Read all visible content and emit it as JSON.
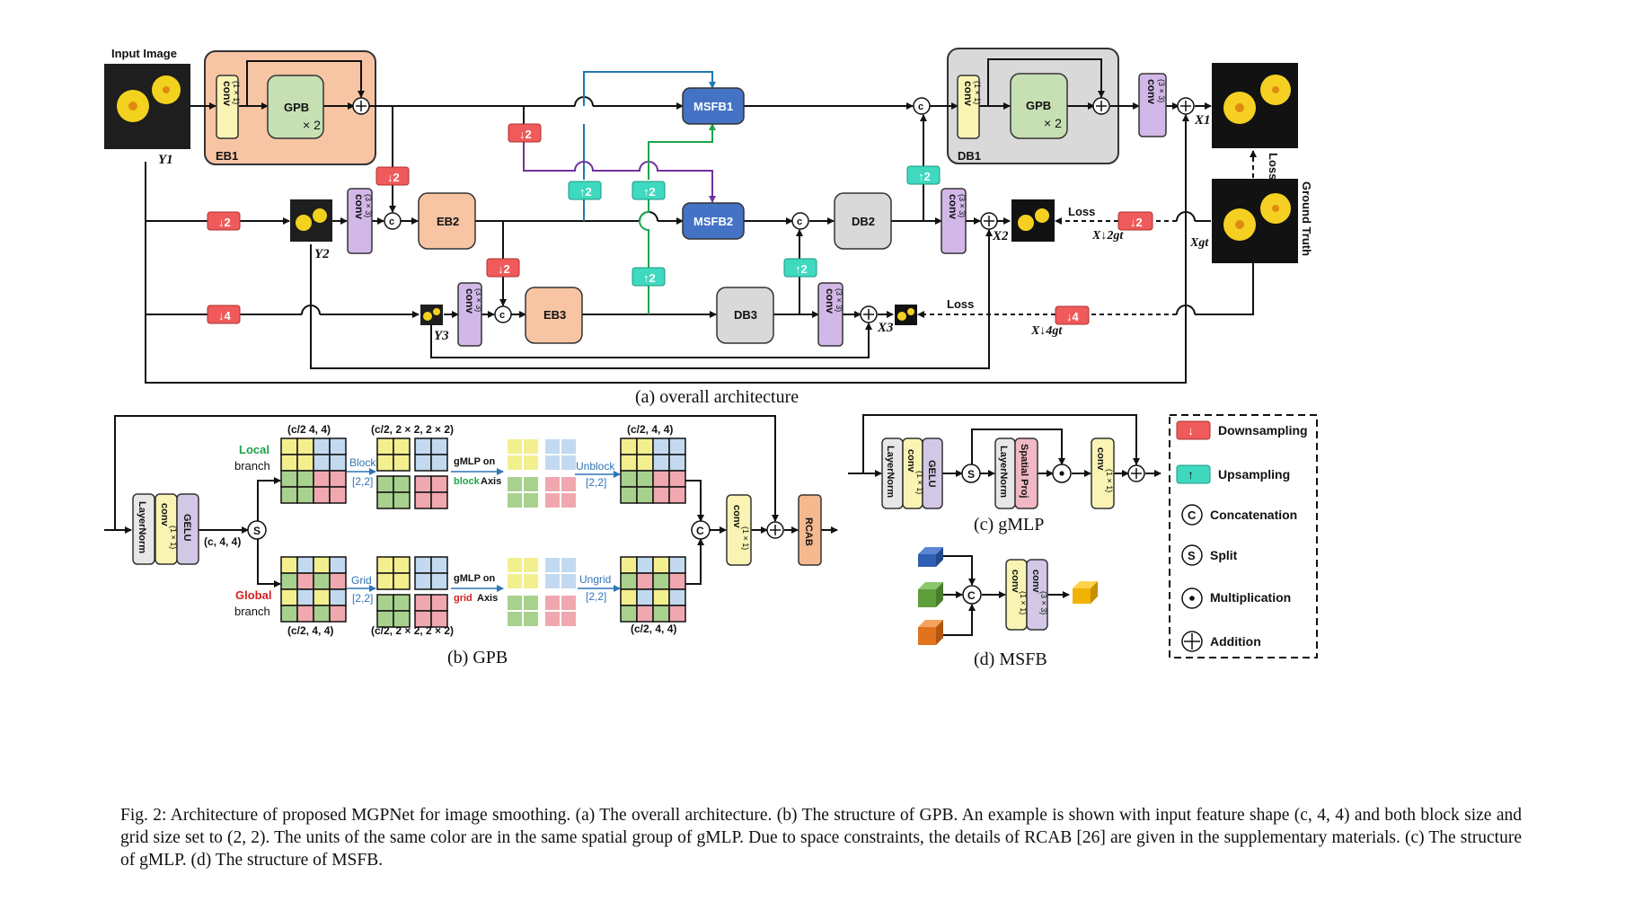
{
  "colors": {
    "encoder": "#f7c5a3",
    "decoder": "#d9d9d9",
    "gpb": "#c6e0b4",
    "conv3x3": "#d2b8e8",
    "conv1x1": "#f9f4b3",
    "layernorm": "#e7e7e7",
    "gelu": "#d2c8e6",
    "rcab": "#f5b98f",
    "msfb": "#4472c4",
    "down": "#f05a5a",
    "up": "#3fd9bf",
    "cell_yellow": "#f3ef8f",
    "cell_blue": "#c2d9f0",
    "cell_green": "#a9d18e",
    "cell_pink": "#f0a8b0",
    "flower_bg": "#1e1e1e",
    "flower": "#f2d21e"
  },
  "overall": {
    "input_image": "Input Image",
    "y1": "Y1",
    "y2": "Y2",
    "y3": "Y3",
    "eb1": "EB1",
    "eb2": "EB2",
    "eb3": "EB3",
    "db1": "DB1",
    "db2": "DB2",
    "db3": "DB3",
    "gpb": "GPB",
    "times2": "× 2",
    "conv1": "conv",
    "k1": "(1 × 1)",
    "conv3": "conv",
    "k3": "(3 × 3)",
    "msfb1": "MSFB1",
    "msfb2": "MSFB2",
    "down2": "↓2",
    "down4": "↓4",
    "up2": "↑2",
    "concat": "c",
    "x1": "X1",
    "x2": "X2",
    "x3": "X3",
    "loss": "Loss",
    "xgt": "Xgt",
    "xgt2": "X↓2gt",
    "xgt4": "X↓4gt",
    "ground_truth": "Ground Truth",
    "caption": "(a) overall architecture"
  },
  "gpb": {
    "layernorm": "LayerNorm",
    "conv": "conv",
    "k1": "(1 × 1)",
    "gelu": "GELU",
    "shape_in": "(c, 4, 4)",
    "split": "S",
    "local_label": "Local",
    "local_branch": "branch",
    "global_label": "Global",
    "global_branch": "branch",
    "shape_top1": "(c/2 4, 4)",
    "shape_top2": "(c/2, 2 × 2, 2 × 2)",
    "shape_top3": "(c/2, 4, 4)",
    "shape_bot1": "(c/2, 4, 4)",
    "shape_bot2": "(c/2, 2 × 2, 2 × 2)",
    "shape_bot3": "(c/2, 4, 4)",
    "block": "Block",
    "grid": "Grid",
    "bs": "[2,2]",
    "unblock": "Unblock",
    "ungrid": "Ungrid",
    "gmlp_on": "gMLP on",
    "block_axis_1": "block",
    "block_axis_2": "Axis",
    "grid_axis_1": "grid",
    "grid_axis_2": "Axis",
    "concat": "C",
    "rcab": "RCAB",
    "caption": "(b) GPB"
  },
  "gmlp": {
    "layernorm": "LayerNorm",
    "conv": "conv",
    "k1": "(1 × 1)",
    "gelu": "GELU",
    "split": "S",
    "spatial_proj": "Spatial Proj",
    "caption": "(c) gMLP"
  },
  "msfb": {
    "concat": "C",
    "conv": "conv",
    "k1": "(1 × 1)",
    "k3": "(3 × 3)",
    "caption": "(d) MSFB"
  },
  "legend": {
    "down": "Downsampling",
    "up": "Upsampling",
    "concat_sym": "C",
    "concat": "Concatenation",
    "split_sym": "S",
    "split": "Split",
    "mult": "Multiplication",
    "add": "Addition"
  },
  "caption": "Fig. 2: Architecture of proposed MGPNet for image smoothing. (a) The overall architecture. (b) The structure of GPB. An example is shown with input feature shape (c, 4, 4) and both block size and grid size set to (2, 2). The units of the same color are in the same spatial group of gMLP. Due to space constraints, the details of RCAB [26] are given in the supplementary materials. (c) The structure of gMLP. (d) The structure of MSFB."
}
